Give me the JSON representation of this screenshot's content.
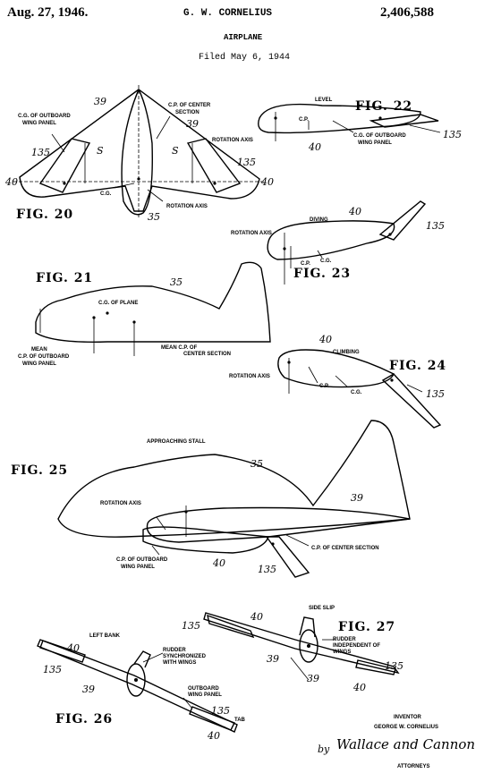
{
  "header": {
    "date": "Aug. 27, 1946.",
    "inventor": "G. W. CORNELIUS",
    "patent_number": "2,406,588",
    "title": "AIRPLANE",
    "filed": "Filed May 6, 1944"
  },
  "figures": {
    "fig20": "FIG. 20",
    "fig21": "FIG. 21",
    "fig22": "FIG. 22",
    "fig23": "FIG. 23",
    "fig24": "FIG. 24",
    "fig25": "FIG. 25",
    "fig26": "FIG. 26",
    "fig27": "FIG. 27"
  },
  "labels": {
    "cg_outboard_1": "C.G. OF OUTBOARD",
    "cg_outboard_2": "WING PANEL",
    "cp_center_1": "C.P. OF CENTER",
    "cp_center_2": "SECTION",
    "s": "S",
    "cg": "C.G.",
    "rotation_axis": "ROTATION AXIS",
    "rotation_axis_caps": "ROTATION AXIS",
    "level": "LEVEL",
    "cp": "C.P.",
    "cg_outboard_wp_1": "C.G. OF OUTBOARD",
    "cg_outboard_wp_2": "WING PANEL",
    "diving": "DIVING",
    "cg_plane": "C.G. OF PLANE",
    "mean_1": "MEAN",
    "mean_2": "C.P. OF OUTBOARD",
    "mean_3": "WING PANEL",
    "mean_cp_1": "MEAN C.P. OF",
    "mean_cp_2": "CENTER SECTION",
    "climbing": "CLIMBING",
    "approaching_stall": "APPROACHING STALL",
    "cp_outboard_1": "C.P. OF OUTBOARD",
    "cp_outboard_2": "WING PANEL",
    "cp_center_section": "C.P. OF CENTER SECTION",
    "side_slip": "SIDE SLIP",
    "left_bank": "LEFT BANK",
    "rudder_sync_1": "RUDDER",
    "rudder_sync_2": "SYNCHRONIZED",
    "rudder_sync_3": "WITH WINGS",
    "rudder_indep_1": "RUDDER",
    "rudder_indep_2": "INDEPENDENT OF",
    "rudder_indep_3": "WINGS",
    "outboard_wp_1": "OUTBOARD",
    "outboard_wp_2": "WING PANEL",
    "tab": "TAB"
  },
  "refs": {
    "r35": "35",
    "r39": "39",
    "r40": "40",
    "r135": "135"
  },
  "footer": {
    "inventor_label": "INVENTOR",
    "inventor_name": "GEORGE W. CORNELIUS",
    "by": "by",
    "signature": "Wallace and Cannon",
    "attorneys": "ATTORNEYS"
  }
}
